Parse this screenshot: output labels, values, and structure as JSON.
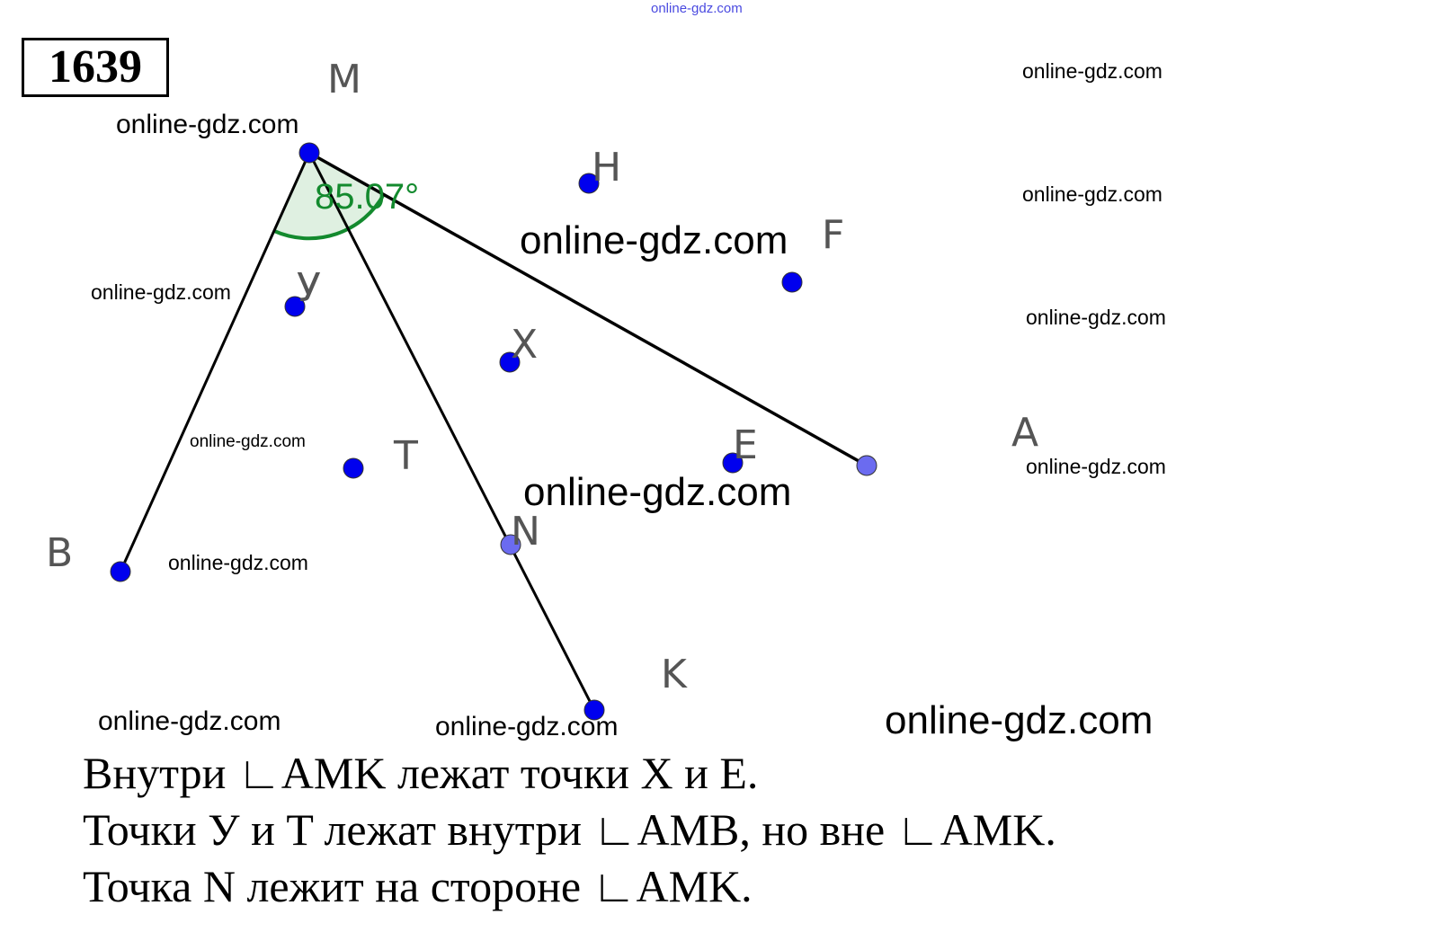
{
  "problem_number": "1639",
  "angle_label": "85.07°",
  "points": {
    "M": "M",
    "H": "H",
    "F": "F",
    "Y": "У",
    "X": "X",
    "T": "T",
    "E": "E",
    "A": "A",
    "B": "B",
    "N": "N",
    "K": "K"
  },
  "colors": {
    "point": "#0000ee",
    "point_light": "#6b6bf0",
    "angle": "#138a2e",
    "angle_fill": "#dff0e1",
    "segment": "#000000"
  },
  "text_lines": [
    "Внутри ∟AMK лежат точки X и E.",
    "Точки У и T лежат внутри ∟AMB, но вне ∟AMK.",
    "Точка N лежит на стороне ∟AMK."
  ],
  "watermark": "online-gdz.com"
}
